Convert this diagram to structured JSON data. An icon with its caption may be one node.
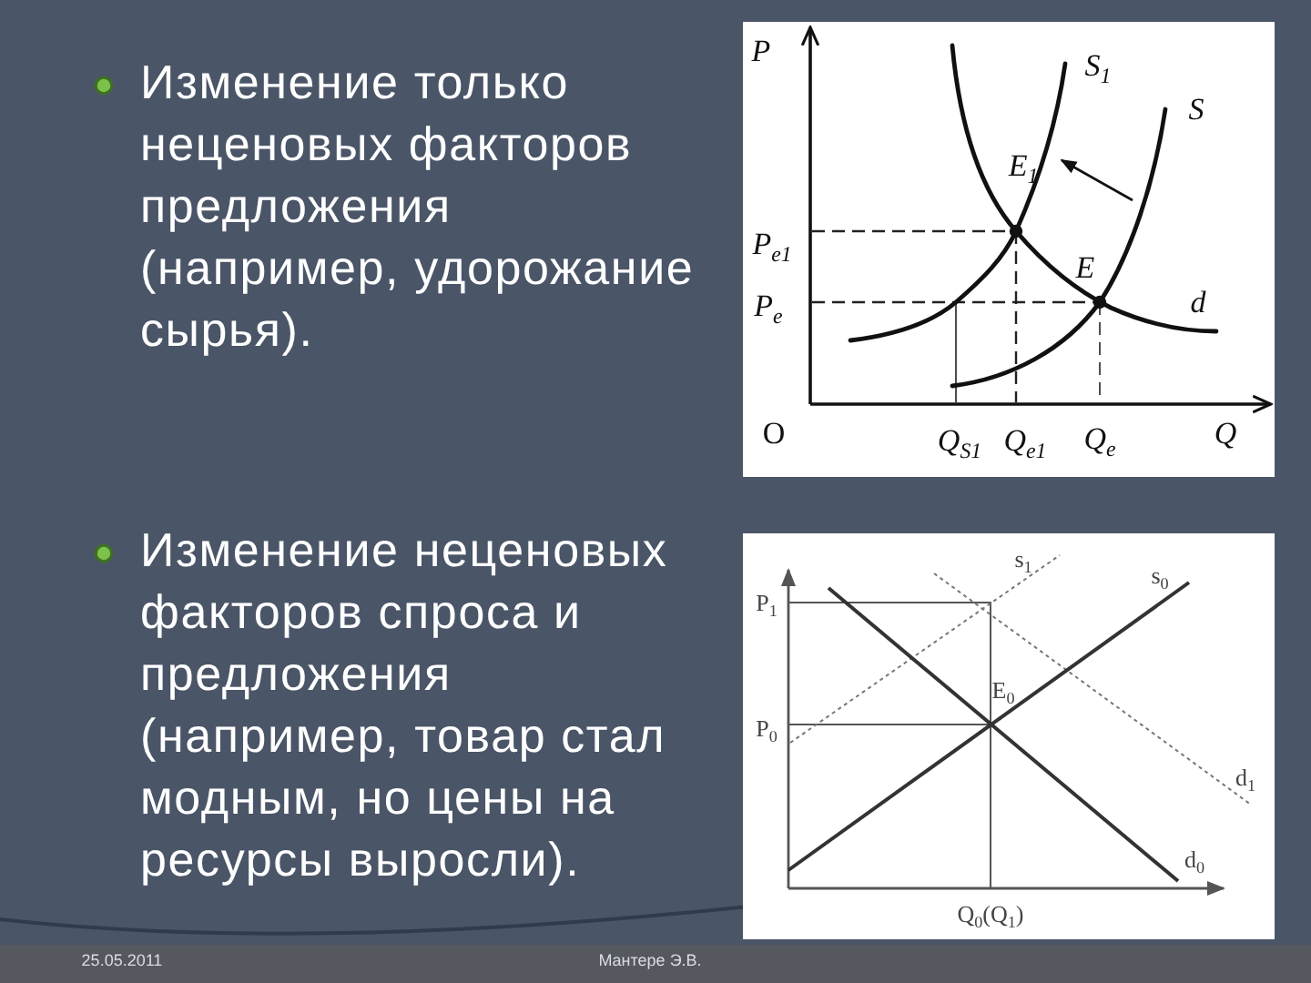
{
  "diagram": {
    "labels": [
      "Изменение только неценовых факторов предложения (например, удорожание сырья).",
      "P",
      "S$_{1}$",
      "S",
      "E$_{1}$",
      "P$_{e1}$",
      "E",
      "P$_{e}$",
      "d",
      "O",
      "Q$_{S1}$",
      "Q$_{e1}$",
      "Q$_{e}$",
      "Q",
      "Изменение неценовых факторов спроса и предложения (например, товар стал модным, но цены на ресурсы выросли).",
      "s$_{1}$",
      "s$_{0}$",
      "P$_{1}$",
      "E$_{0}$",
      "P$_{0}$",
      "d$_{1}$",
      "d$_{0}$",
      "Q$_{0}$(Q$_{1}$)",
      "25.05.2011",
      "Мантере Э.В."
    ]
  }
}
